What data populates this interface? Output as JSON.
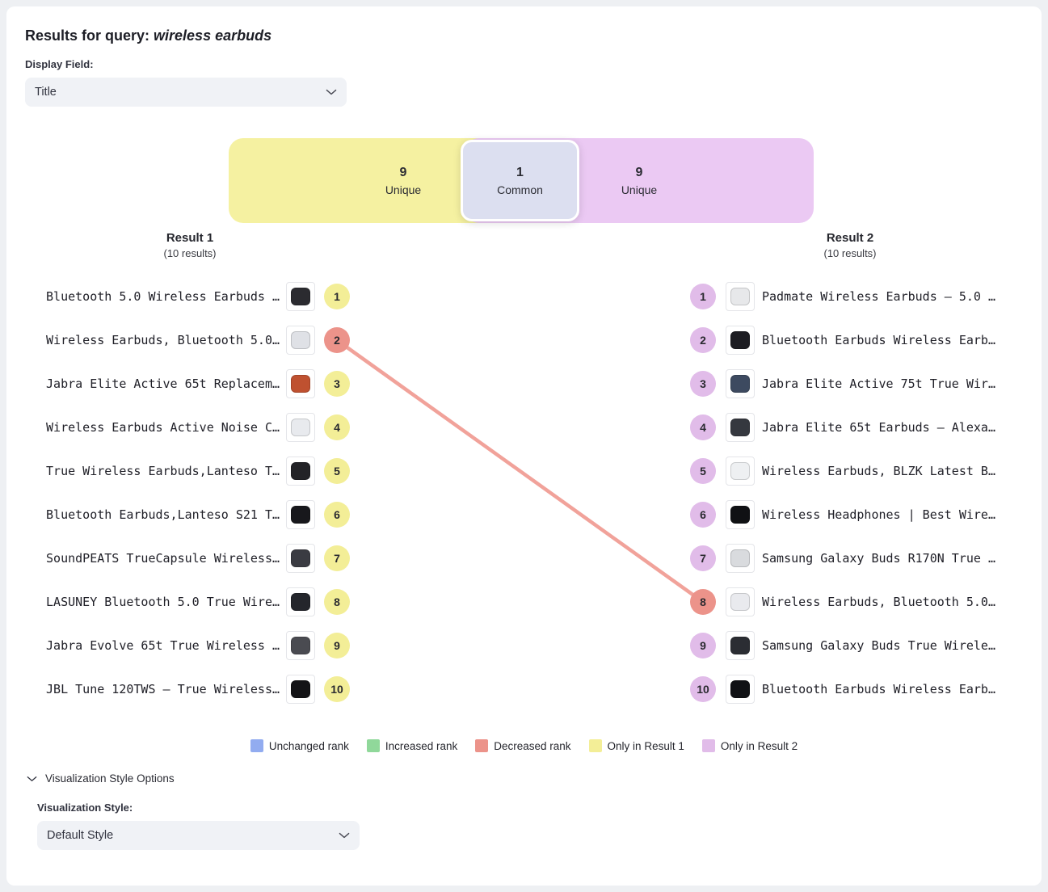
{
  "header": {
    "title_prefix": "Results for query: ",
    "query": "wireless earbuds"
  },
  "display_field": {
    "label": "Display Field:",
    "value": "Title"
  },
  "venn": {
    "left": {
      "count": "9",
      "label": "Unique"
    },
    "common": {
      "count": "1",
      "label": "Common"
    },
    "right": {
      "count": "9",
      "label": "Unique"
    }
  },
  "result1": {
    "title": "Result 1",
    "subtitle": "(10 results)",
    "items": [
      {
        "rank": "1",
        "title": "Bluetooth 5.0 Wireless Earbuds …",
        "status": "unique",
        "thumb": {
          "bg": "#ffffff",
          "fg": "#2b2b30"
        }
      },
      {
        "rank": "2",
        "title": "Wireless Earbuds, Bluetooth 5.0…",
        "status": "decreased",
        "thumb": {
          "bg": "#ffffff",
          "fg": "#dfe1e6"
        }
      },
      {
        "rank": "3",
        "title": "Jabra Elite Active 65t Replacem…",
        "status": "unique",
        "thumb": {
          "bg": "#ffffff",
          "fg": "#bf5130"
        }
      },
      {
        "rank": "4",
        "title": "Wireless Earbuds Active Noise C…",
        "status": "unique",
        "thumb": {
          "bg": "#ffffff",
          "fg": "#e8eaee"
        }
      },
      {
        "rank": "5",
        "title": "True Wireless Earbuds,Lanteso T…",
        "status": "unique",
        "thumb": {
          "bg": "#ffffff",
          "fg": "#232327"
        }
      },
      {
        "rank": "6",
        "title": "Bluetooth Earbuds,Lanteso S21 T…",
        "status": "unique",
        "thumb": {
          "bg": "#ffffff",
          "fg": "#18181c"
        }
      },
      {
        "rank": "7",
        "title": "SoundPEATS TrueCapsule Wireless…",
        "status": "unique",
        "thumb": {
          "bg": "#ffffff",
          "fg": "#3a3b42"
        }
      },
      {
        "rank": "8",
        "title": "LASUNEY Bluetooth 5.0 True Wire…",
        "status": "unique",
        "thumb": {
          "bg": "#ffffff",
          "fg": "#24262c"
        }
      },
      {
        "rank": "9",
        "title": "Jabra Evolve 65t True Wireless …",
        "status": "unique",
        "thumb": {
          "bg": "#ffffff",
          "fg": "#4a4b51"
        }
      },
      {
        "rank": "10",
        "title": "JBL Tune 120TWS — True Wireless…",
        "status": "unique",
        "thumb": {
          "bg": "#ffffff",
          "fg": "#131316"
        }
      }
    ]
  },
  "result2": {
    "title": "Result 2",
    "subtitle": "(10 results)",
    "items": [
      {
        "rank": "1",
        "title": "Padmate Wireless Earbuds — 5.0 …",
        "status": "unique",
        "thumb": {
          "bg": "#ffffff",
          "fg": "#e7e8ea"
        }
      },
      {
        "rank": "2",
        "title": "Bluetooth Earbuds Wireless Earb…",
        "status": "unique",
        "thumb": {
          "bg": "#ffffff",
          "fg": "#1d1d22"
        }
      },
      {
        "rank": "3",
        "title": "Jabra Elite Active 75t True Wir…",
        "status": "unique",
        "thumb": {
          "bg": "#ffffff",
          "fg": "#3d4a60"
        }
      },
      {
        "rank": "4",
        "title": "Jabra Elite 65t Earbuds — Alexa…",
        "status": "unique",
        "thumb": {
          "bg": "#ffffff",
          "fg": "#35383f"
        }
      },
      {
        "rank": "5",
        "title": "Wireless Earbuds, BLZK Latest B…",
        "status": "unique",
        "thumb": {
          "bg": "#ffffff",
          "fg": "#eef0f2"
        }
      },
      {
        "rank": "6",
        "title": "Wireless Headphones | Best Wire…",
        "status": "unique",
        "thumb": {
          "bg": "#ffffff",
          "fg": "#101114"
        }
      },
      {
        "rank": "7",
        "title": "Samsung Galaxy Buds R170N True …",
        "status": "unique",
        "thumb": {
          "bg": "#ffffff",
          "fg": "#d9dbde"
        }
      },
      {
        "rank": "8",
        "title": "Wireless Earbuds, Bluetooth 5.0…",
        "status": "decreased",
        "thumb": {
          "bg": "#ffffff",
          "fg": "#e9eaee"
        }
      },
      {
        "rank": "9",
        "title": "Samsung Galaxy Buds True Wirele…",
        "status": "unique",
        "thumb": {
          "bg": "#ffffff",
          "fg": "#2b2d33"
        }
      },
      {
        "rank": "10",
        "title": "Bluetooth Earbuds Wireless Earb…",
        "status": "unique",
        "thumb": {
          "bg": "#ffffff",
          "fg": "#101115"
        }
      }
    ]
  },
  "legend": {
    "items": [
      {
        "label": "Unchanged rank",
        "color": "#92acf0"
      },
      {
        "label": "Increased rank",
        "color": "#90d89a"
      },
      {
        "label": "Decreased rank",
        "color": "#ec938a"
      },
      {
        "label": "Only in Result 1",
        "color": "#f3ee97"
      },
      {
        "label": "Only in Result 2",
        "color": "#e1bce9"
      }
    ]
  },
  "expander": {
    "label": "Visualization Style Options"
  },
  "viz_style": {
    "label": "Visualization Style:",
    "value": "Default Style"
  },
  "colors": {
    "venn_left": "#f5f1a1",
    "venn_common": "#dcdff0",
    "venn_right": "#ebc9f3",
    "connector": "#ee9288",
    "select_bg": "#f0f2f6",
    "card_bg": "#ffffff",
    "page_bg": "#eef0f3"
  }
}
